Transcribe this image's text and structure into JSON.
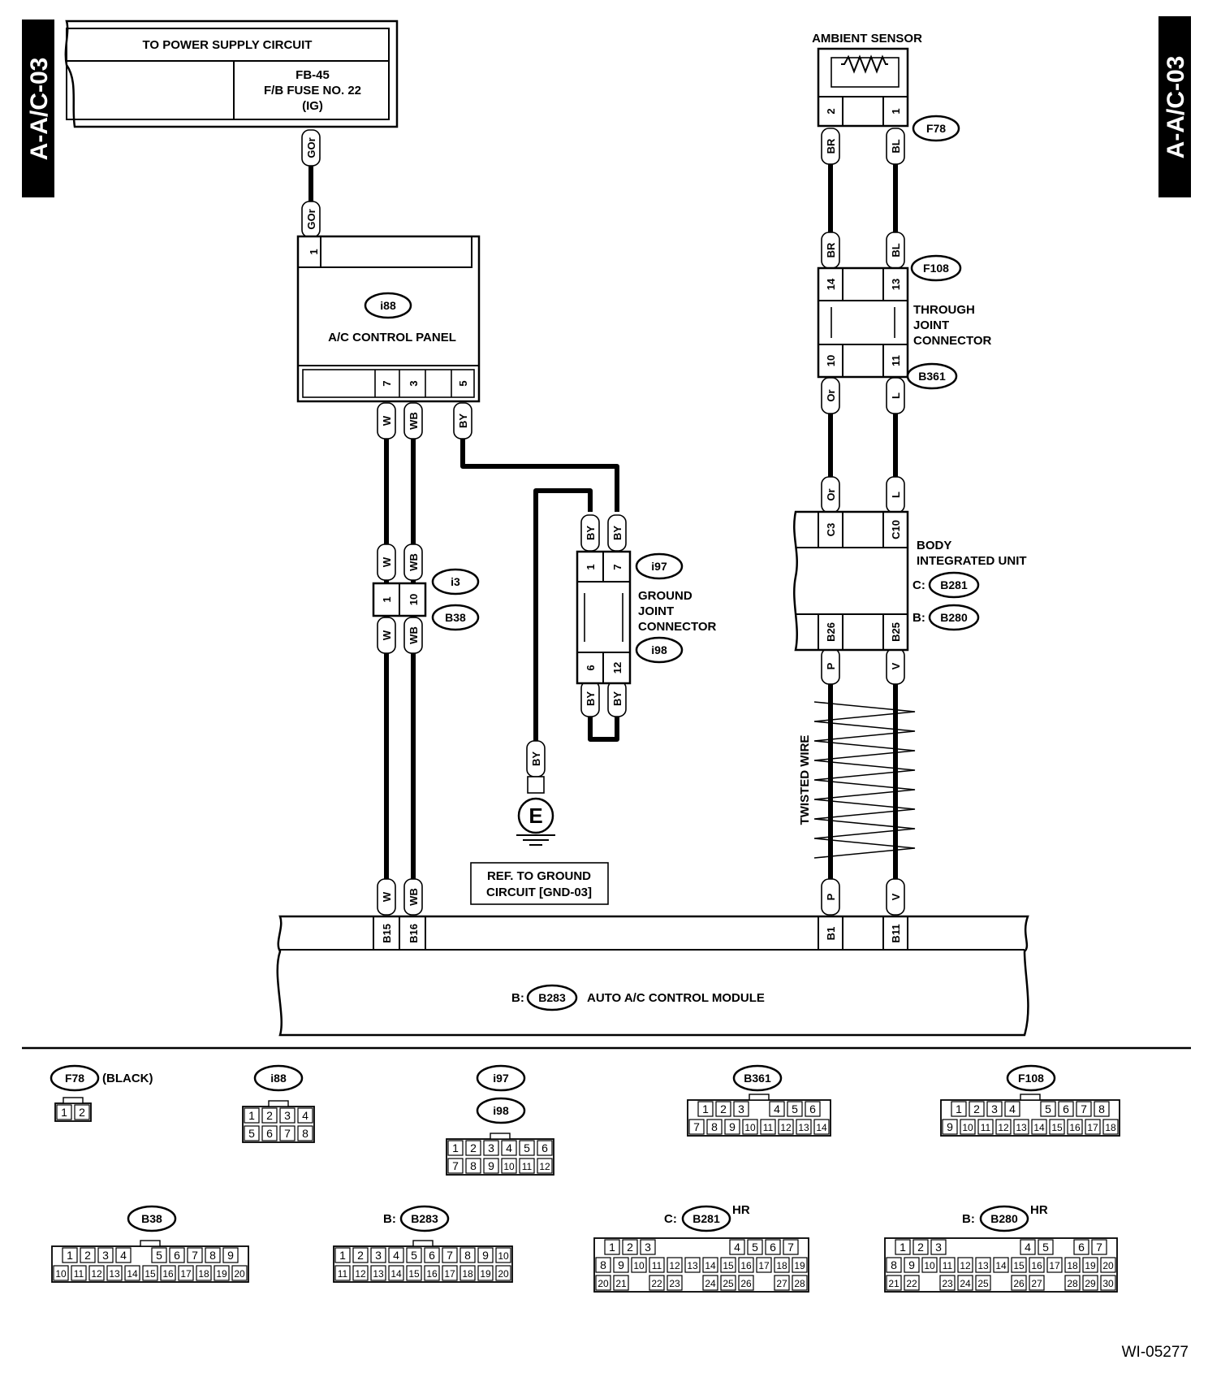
{
  "side_tab": "A-A/C-03",
  "power_supply": {
    "title": "TO POWER SUPPLY CIRCUIT",
    "fuse_line1": "FB-45",
    "fuse_line2": "F/B FUSE NO. 22",
    "fuse_line3": "(IG)",
    "wire": "GOr",
    "pin": "1"
  },
  "ac_panel": {
    "connector": "i88",
    "label": "A/C CONTROL PANEL",
    "pins": [
      "7",
      "3",
      "5"
    ],
    "wires": [
      "W",
      "WB",
      "BY"
    ]
  },
  "connector_i3": {
    "tags": [
      "i3",
      "B38"
    ],
    "pins": [
      "1",
      "10"
    ],
    "wires": [
      "W",
      "WB"
    ]
  },
  "ground_joint": {
    "tags": [
      "i97",
      "i98"
    ],
    "label1": "GROUND",
    "label2": "JOINT",
    "label3": "CONNECTOR",
    "pins_top": [
      "1",
      "7"
    ],
    "pins_bottom": [
      "6",
      "12"
    ],
    "wire": "BY"
  },
  "ground": {
    "symbol": "E",
    "wire": "BY",
    "ref_line1": "REF. TO GROUND",
    "ref_line2": "CIRCUIT [GND-03]"
  },
  "ambient_sensor": {
    "label": "AMBIENT SENSOR",
    "connector": "F78",
    "pins": [
      "2",
      "1"
    ],
    "wires": [
      "BR",
      "BL"
    ]
  },
  "through_joint": {
    "tags": [
      "F108",
      "B361"
    ],
    "label1": "THROUGH",
    "label2": "JOINT",
    "label3": "CONNECTOR",
    "pins_top": [
      "14",
      "13"
    ],
    "pins_bottom": [
      "10",
      "11"
    ],
    "wires_top": [
      "BR",
      "BL"
    ],
    "wires_bottom": [
      "Or",
      "L"
    ]
  },
  "body_unit": {
    "label1": "BODY",
    "label2": "INTEGRATED UNIT",
    "c_prefix": "C:",
    "c_connector": "B281",
    "b_prefix": "B:",
    "b_connector": "B280",
    "pins_top": [
      "C3",
      "C10"
    ],
    "pins_bottom": [
      "B26",
      "B25"
    ],
    "wires_top": [
      "Or",
      "L"
    ],
    "wires_bottom": [
      "P",
      "V"
    ]
  },
  "twisted_label": "TWISTED WIRE",
  "module": {
    "prefix": "B:",
    "connector": "B283",
    "label": "AUTO A/C CONTROL MODULE",
    "pins": [
      "B15",
      "B16",
      "B1",
      "B11"
    ],
    "wires": [
      "W",
      "WB",
      "P",
      "V"
    ]
  },
  "legend": {
    "f78": {
      "name": "F78",
      "note": "(BLACK)",
      "rows": [
        [
          "1",
          "2"
        ]
      ]
    },
    "i88": {
      "name": "i88",
      "rows": [
        [
          "1",
          "2",
          "3",
          "4"
        ],
        [
          "5",
          "6",
          "7",
          "8"
        ]
      ]
    },
    "i97": {
      "name": "i97",
      "name2": "i98",
      "rows": [
        [
          "1",
          "2",
          "3",
          "4",
          "5",
          "6"
        ],
        [
          "7",
          "8",
          "9",
          "10",
          "11",
          "12"
        ]
      ]
    },
    "b361": {
      "name": "B361",
      "rows": [
        [
          "1",
          "2",
          "3",
          "",
          "4",
          "5",
          "6"
        ],
        [
          "7",
          "8",
          "9",
          "10",
          "11",
          "12",
          "13",
          "14"
        ]
      ]
    },
    "f108": {
      "name": "F108",
      "rows": [
        [
          "1",
          "2",
          "3",
          "4",
          "",
          "5",
          "6",
          "7",
          "8"
        ],
        [
          "9",
          "10",
          "11",
          "12",
          "13",
          "14",
          "15",
          "16",
          "17",
          "18"
        ]
      ]
    },
    "b38": {
      "name": "B38",
      "rows": [
        [
          "1",
          "2",
          "3",
          "4",
          "",
          "5",
          "6",
          "7",
          "8",
          "9"
        ],
        [
          "10",
          "11",
          "12",
          "13",
          "14",
          "15",
          "16",
          "17",
          "18",
          "19",
          "20"
        ]
      ]
    },
    "b283": {
      "prefix": "B:",
      "name": "B283",
      "rows": [
        [
          "1",
          "2",
          "3",
          "4",
          "5",
          "6",
          "7",
          "8",
          "9",
          "10"
        ],
        [
          "11",
          "12",
          "13",
          "14",
          "15",
          "16",
          "17",
          "18",
          "19",
          "20"
        ]
      ]
    },
    "b281": {
      "prefix": "C:",
      "name": "B281",
      "suffix": "HR",
      "rows": [
        [
          "1",
          "2",
          "3",
          "",
          "",
          "",
          "",
          "4",
          "5",
          "6",
          "7"
        ],
        [
          "8",
          "9",
          "10",
          "11",
          "12",
          "13",
          "14",
          "15",
          "16",
          "17",
          "18",
          "19"
        ],
        [
          "20",
          "21",
          "",
          "22",
          "23",
          "",
          "24",
          "25",
          "26",
          "",
          "27",
          "28"
        ]
      ]
    },
    "b280": {
      "prefix": "B:",
      "name": "B280",
      "suffix": "HR",
      "rows": [
        [
          "1",
          "2",
          "3",
          "",
          "",
          "",
          "",
          "4",
          "5",
          "",
          "6",
          "7"
        ],
        [
          "8",
          "9",
          "10",
          "11",
          "12",
          "13",
          "14",
          "15",
          "16",
          "17",
          "18",
          "19",
          "20"
        ],
        [
          "21",
          "22",
          "",
          "23",
          "24",
          "25",
          "",
          "26",
          "27",
          "",
          "28",
          "29",
          "30"
        ]
      ]
    }
  },
  "figure_id": "WI-05277"
}
